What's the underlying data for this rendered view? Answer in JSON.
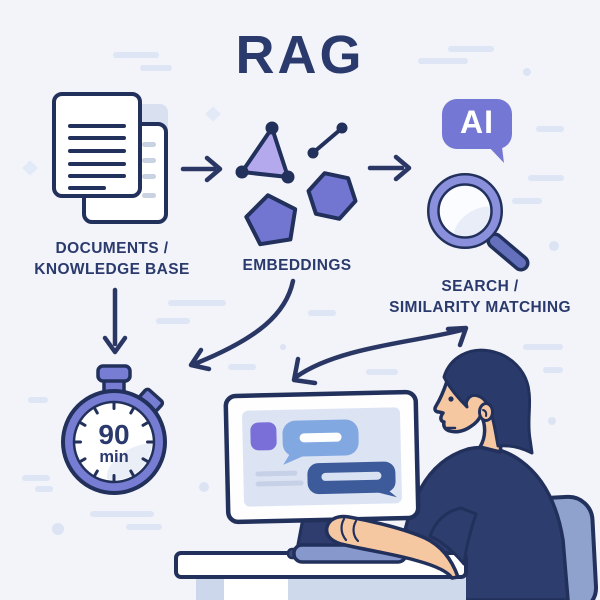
{
  "title": "RAG",
  "palette": {
    "background": "#f2f4f9",
    "outline_navy": "#22305c",
    "text_navy": "#2b3a6d",
    "shape_purple": "#7276d0",
    "light_purple": "#b4a9ec",
    "ai_bubble_purple": "#7577d4",
    "magnifier_ring_purple": "#8b90dc",
    "stopwatch_purple": "#767dd2",
    "chat_bubble_blue": "#82a8e1",
    "chat_bubble_navy": "#3d5b9b",
    "avatar_purple": "#7a6fd8",
    "skin": "#f6c8a2",
    "shirt_navy": "#2d3d6e",
    "chair_blue": "#8fa2cd",
    "decor_light_blue": "#dee5f4"
  },
  "flow_steps": [
    {
      "id": "documents",
      "icon": "documents-stack-icon",
      "label_line1": "DOCUMENTS /",
      "label_line2": "KNOWLEDGE BASE"
    },
    {
      "id": "embeddings",
      "icon": "vector-shapes-icon",
      "label_line1": "EMBEDDINGS",
      "label_line2": ""
    },
    {
      "id": "search",
      "icon": "magnifier-icon",
      "label_line1": "SEARCH /",
      "label_line2": "SIMILARITY MATCHING"
    }
  ],
  "ai_badge_text": "AI",
  "stopwatch": {
    "icon": "stopwatch-icon",
    "value": "90",
    "unit": "min"
  },
  "connections": [
    {
      "from": "documents",
      "to": "embeddings",
      "style": "straight-right-arrow"
    },
    {
      "from": "embeddings",
      "to": "search",
      "style": "straight-right-arrow"
    },
    {
      "from": "documents",
      "to": "stopwatch",
      "style": "straight-down-arrow"
    },
    {
      "from": "embeddings",
      "to": "computer-scene",
      "style": "curved-arrow"
    },
    {
      "from": "computer-scene",
      "to": "search",
      "style": "curved-double-arrow"
    }
  ],
  "scene_icons": [
    "monitor-chat-icon",
    "keyboard-icon",
    "person-at-desk",
    "office-chair"
  ]
}
